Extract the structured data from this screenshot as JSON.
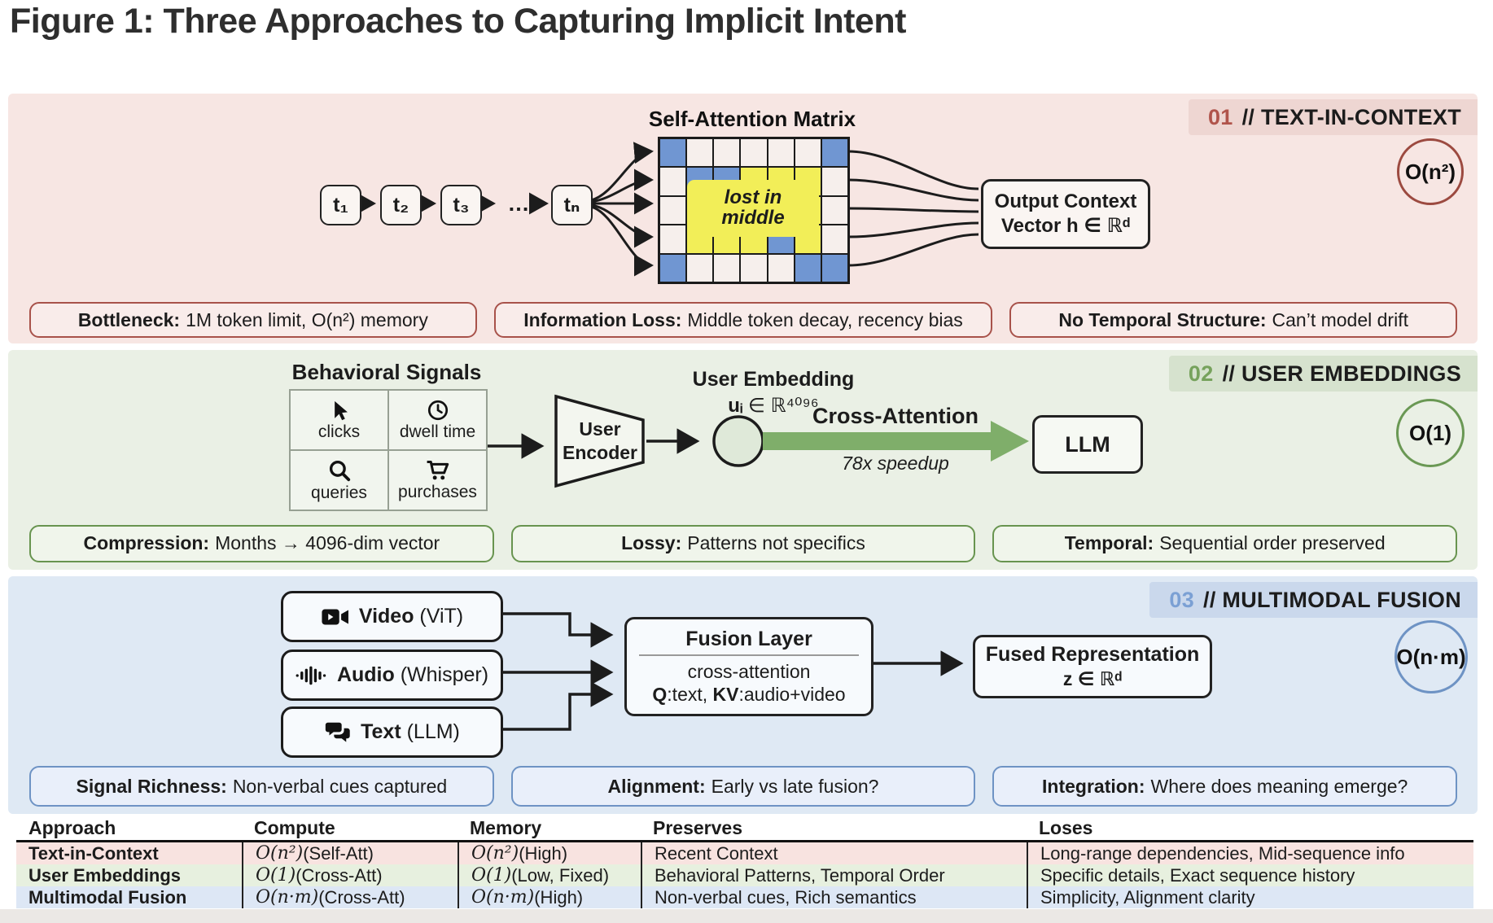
{
  "title": "Figure 1: Three Approaches to Capturing Implicit Intent",
  "panels": [
    {
      "number": "01",
      "name": "// TEXT-IN-CONTEXT",
      "badge": "O(n²)",
      "accent": "#a8524a",
      "tokens": [
        "t₁",
        "t₂",
        "t₃",
        "…",
        "tₙ"
      ],
      "matrix": {
        "title": "Self-Attention Matrix",
        "overlay1": "lost in",
        "overlay2": "middle",
        "rows": [
          "BWWWWWB",
          "WBBYYYW",
          "WYBYYYW",
          "WYYYBYW",
          "BWWWWBB"
        ],
        "colors": {
          "B": "#7096d2",
          "Y": "#f2ee58",
          "W": "#f6efec"
        }
      },
      "output_box": {
        "line1": "Output Context",
        "line2_pre": "Vector ",
        "line2_sym": "h",
        "line2_post": " ∈ ℝᵈ"
      },
      "pills": [
        {
          "label": "Bottleneck:",
          "text": "1M token limit, O(n²) memory"
        },
        {
          "label": "Information Loss:",
          "text": "Middle token decay, recency bias"
        },
        {
          "label": "No Temporal Structure:",
          "text": "Can’t model drift"
        }
      ]
    },
    {
      "number": "02",
      "name": "// USER EMBEDDINGS",
      "badge": "O(1)",
      "accent": "#68944f",
      "signals": {
        "title": "Behavioral Signals",
        "cells": [
          {
            "icon": "cursor-icon",
            "label": "clicks"
          },
          {
            "icon": "clock-icon",
            "label": "dwell time"
          },
          {
            "icon": "search-icon",
            "label": "queries"
          },
          {
            "icon": "cart-icon",
            "label": "purchases"
          }
        ]
      },
      "encoder": {
        "line1": "User",
        "line2": "Encoder"
      },
      "embedding": {
        "title": "User Embedding",
        "sym": "uᵢ",
        "post": " ∈ ℝ⁴⁰⁹⁶"
      },
      "cross_attention": {
        "label": "Cross-Attention",
        "sub": "78x speedup",
        "arrow_color": "#7fae6a"
      },
      "llm": "LLM",
      "pills": [
        {
          "label": "Compression:",
          "text": "Months → 4096-dim vector"
        },
        {
          "label": "Lossy:",
          "text": "Patterns not specifics"
        },
        {
          "label": "Temporal:",
          "text": "Sequential order preserved"
        }
      ]
    },
    {
      "number": "03",
      "name": "// MULTIMODAL FUSION",
      "badge": "O(n·m)",
      "accent": "#6e93c4",
      "inputs": [
        {
          "icon": "video-camera-icon",
          "bold": "Video",
          "rest": " (ViT)"
        },
        {
          "icon": "audio-waveform-icon",
          "bold": "Audio",
          "rest": " (Whisper)"
        },
        {
          "icon": "chat-bubbles-icon",
          "bold": "Text",
          "rest": " (LLM)"
        }
      ],
      "fusion": {
        "title": "Fusion Layer",
        "line1": "cross-attention",
        "q": "Q",
        "q_rest": ":text, ",
        "kv": "KV",
        "kv_rest": ":audio+video"
      },
      "fused": {
        "line1": "Fused Representation",
        "sym": "z",
        "post": " ∈ ℝᵈ"
      },
      "pills": [
        {
          "label": "Signal Richness:",
          "text": "Non-verbal cues captured"
        },
        {
          "label": "Alignment:",
          "text": "Early vs late fusion?"
        },
        {
          "label": "Integration:",
          "text": "Where does meaning emerge?"
        }
      ]
    }
  ],
  "table": {
    "headers": [
      "Approach",
      "Compute",
      "Memory",
      "Preserves",
      "Loses"
    ],
    "rows": [
      {
        "approach": "Text-in-Context",
        "compute_math": "O(n²)",
        "compute_rest": " (Self-Att)",
        "memory_math": "O(n²)",
        "memory_rest": " (High)",
        "preserves": "Recent Context",
        "loses": "Long-range dependencies, Mid-sequence info"
      },
      {
        "approach": "User Embeddings",
        "compute_math": "O(1)",
        "compute_rest": " (Cross-Att)",
        "memory_math": "O(1)",
        "memory_rest": " (Low, Fixed)",
        "preserves": "Behavioral Patterns, Temporal Order",
        "loses": "Specific details, Exact sequence history"
      },
      {
        "approach": "Multimodal Fusion",
        "compute_math": "O(n·m)",
        "compute_rest": " (Cross-Att)",
        "memory_math": "O(n·m)",
        "memory_rest": " (High)",
        "preserves": "Non-verbal cues, Rich semantics",
        "loses": "Simplicity, Alignment clarity"
      }
    ]
  }
}
